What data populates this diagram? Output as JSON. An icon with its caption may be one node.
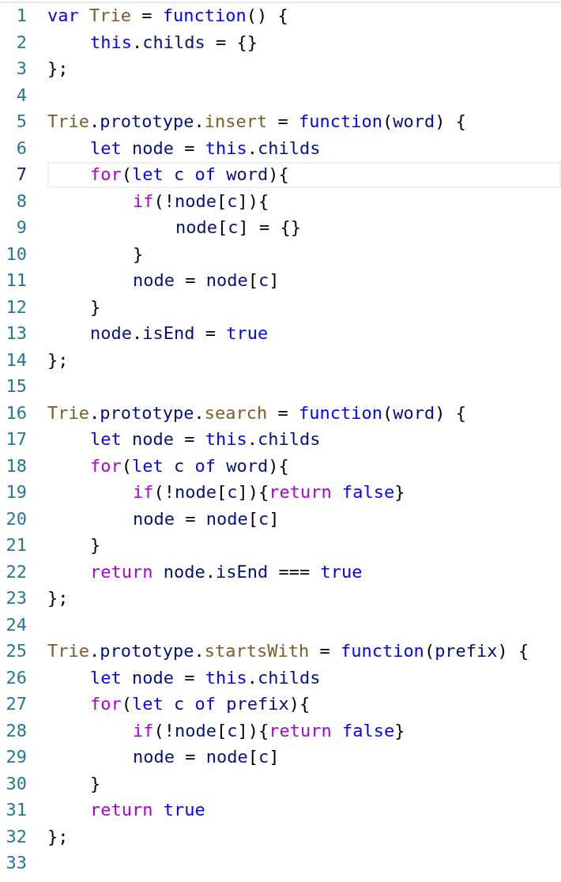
{
  "diagram": {
    "labels": [
      "1",
      "var Trie = function() {",
      "2",
      "this.childs = {}",
      "3",
      "};",
      "4",
      "5",
      "Trie.prototype.insert = function(word) {",
      "6",
      "let node = this.childs",
      "7",
      "for(let c of word){",
      "8",
      "if(!node[c]){",
      "9",
      "node[c] = {}",
      "10",
      "}",
      "11",
      "node = node[c]",
      "12",
      "}",
      "13",
      "node.isEnd = true",
      "14",
      "};",
      "15",
      "16",
      "Trie.prototype.search = function(word) {",
      "17",
      "let node = this.childs",
      "18",
      "for(let c of word){",
      "19",
      "if(!node[c]){return false}",
      "20",
      "node = node[c]",
      "21",
      "}",
      "22",
      "return node.isEnd === true",
      "23",
      "};",
      "24",
      "25",
      "Trie.prototype.startsWith = function(prefix) {",
      "26",
      "let node = this.childs",
      "27",
      "for(let c of prefix){",
      "28",
      "if(!node[c]){return false}",
      "29",
      "node = node[c]",
      "30",
      "}",
      "31",
      "return true",
      "32",
      "};",
      "33"
    ]
  }
}
